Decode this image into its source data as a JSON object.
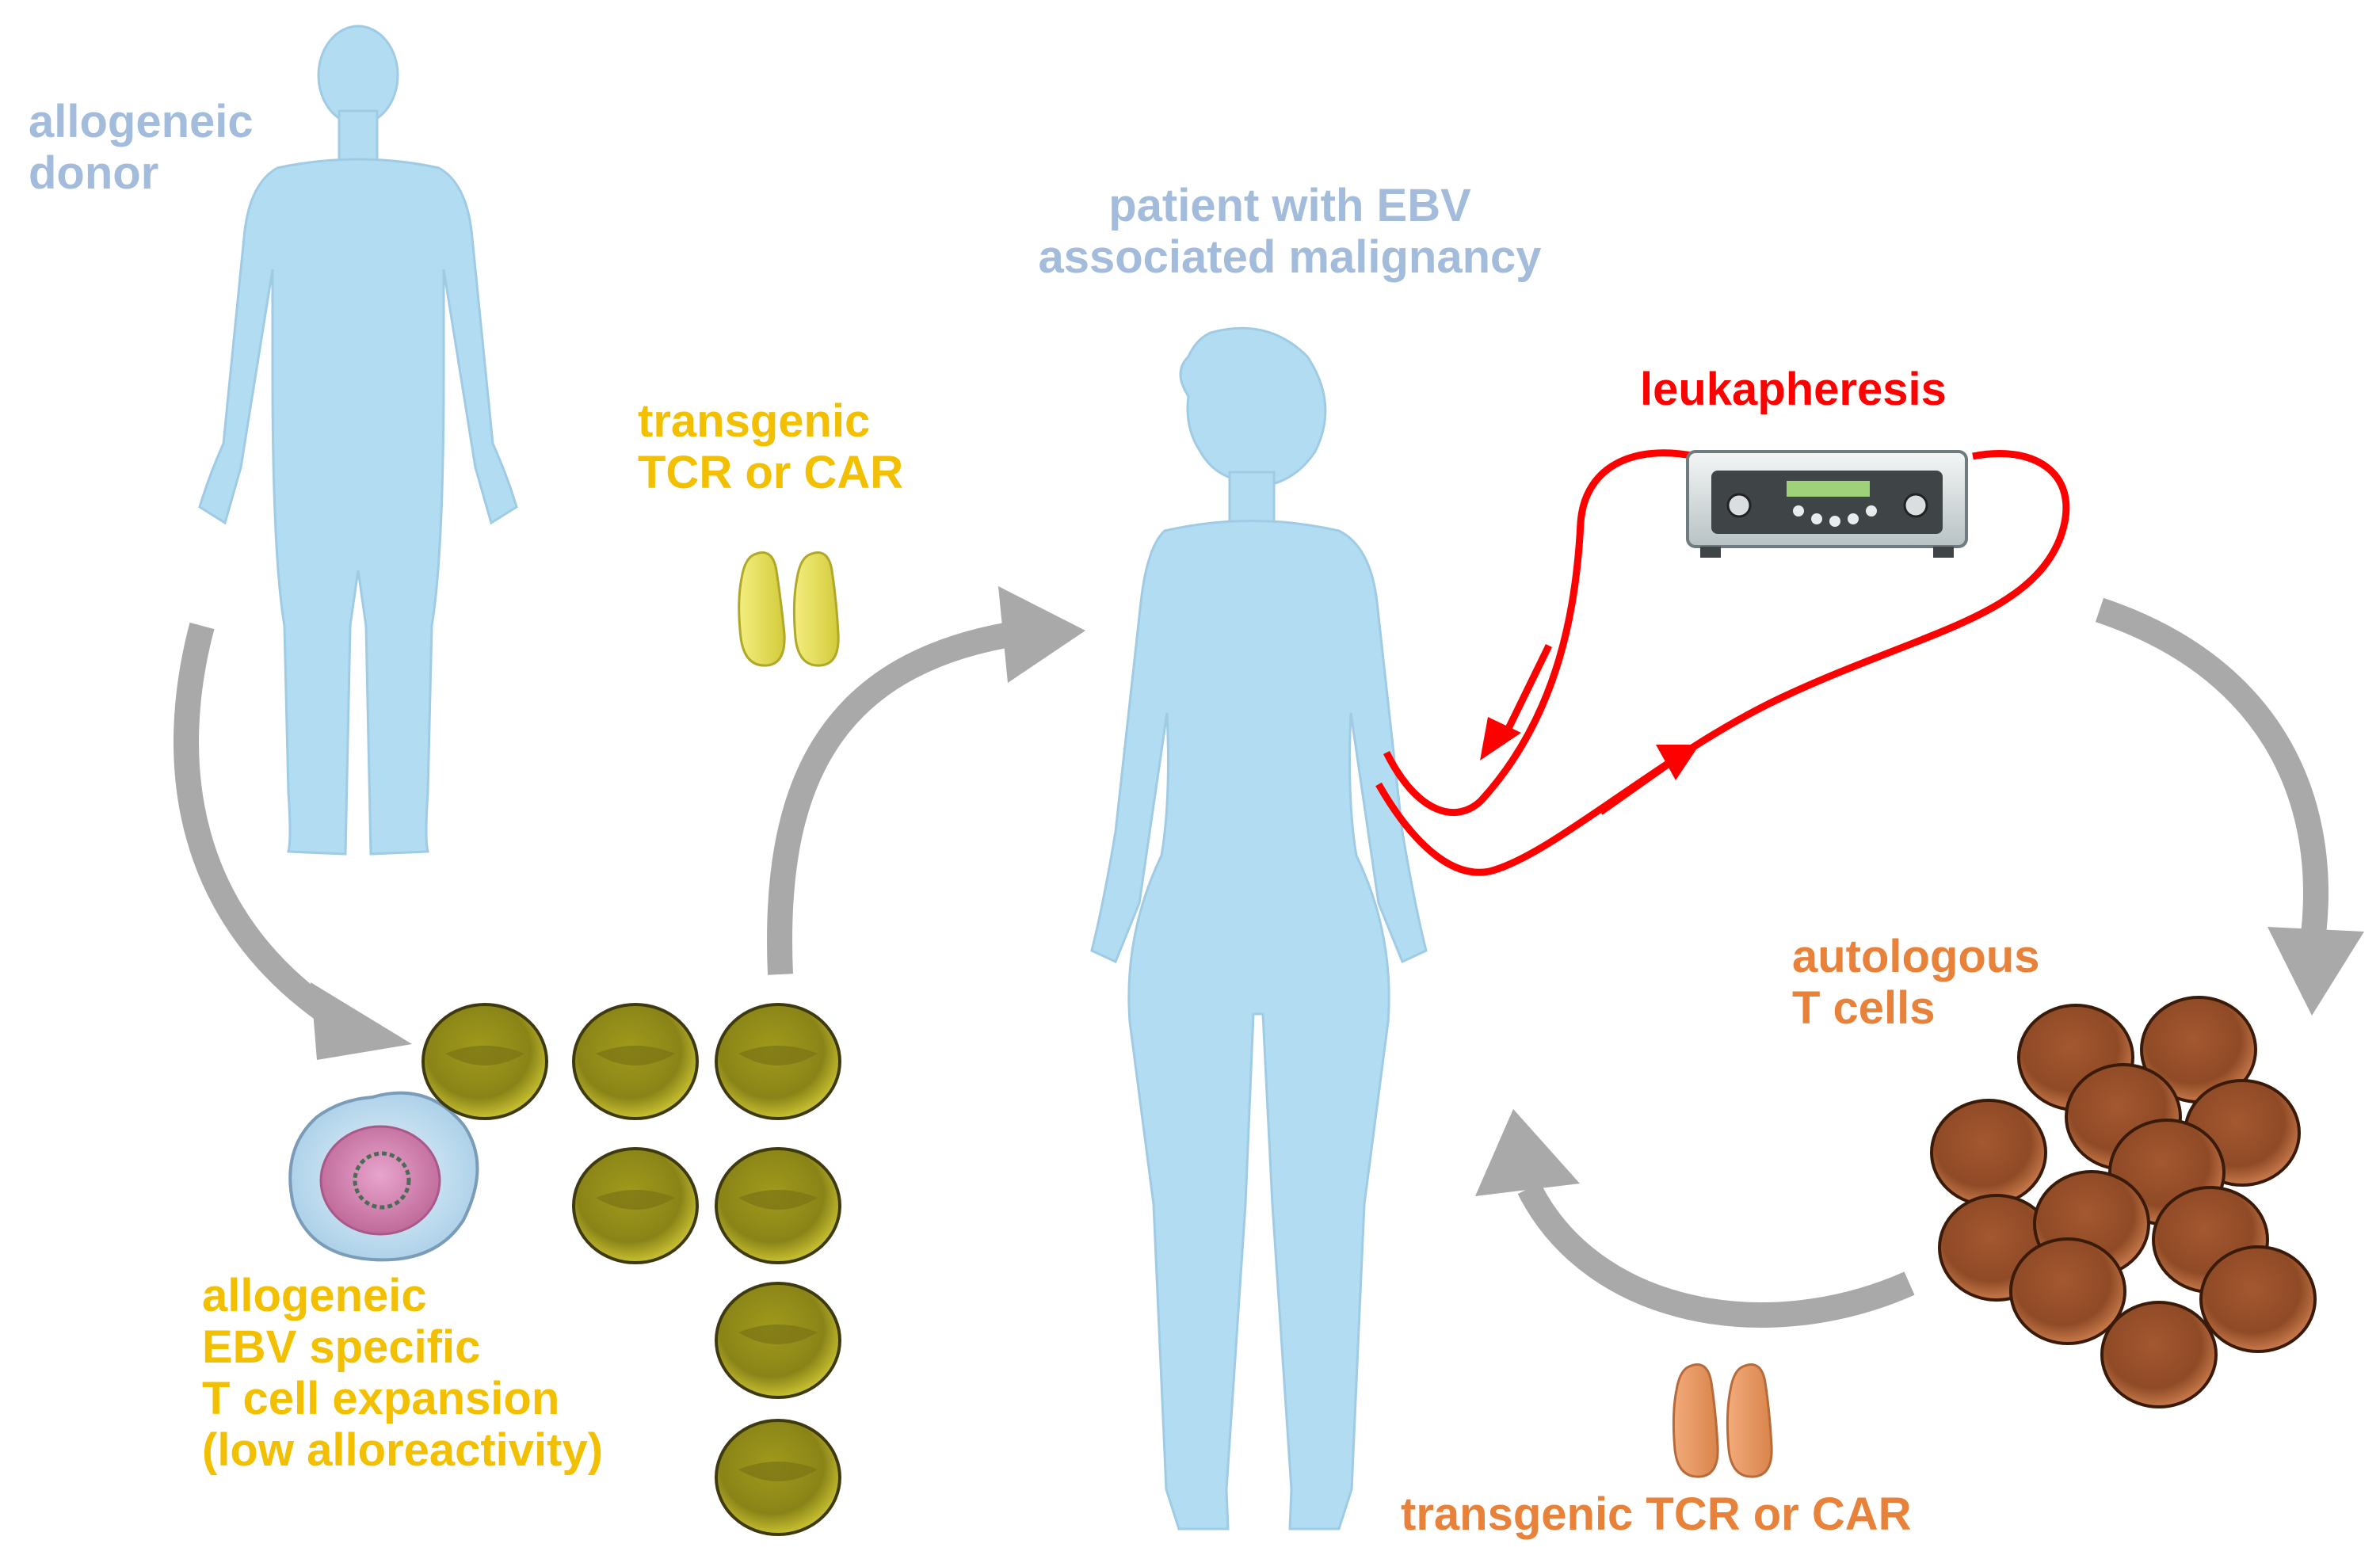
{
  "labels": {
    "donor": [
      "allogeneic",
      "donor"
    ],
    "patient": [
      "patient with EBV",
      "associated malignancy"
    ],
    "transgenic_top": [
      "transgenic",
      "TCR or CAR"
    ],
    "leukapheresis": "leukapheresis",
    "autologous": [
      "autologous",
      "T cells"
    ],
    "allogeneic_expansion": [
      "allogeneic",
      "EBV specific",
      "T cell expansion",
      "(low alloreactivity)"
    ],
    "transgenic_bottom": "transgenic TCR or CAR"
  },
  "colors": {
    "body": "#b2dcf2",
    "body_label": "#a3bcdc",
    "yellow_label": "#f2c000",
    "orange_label": "#e8823a",
    "red": "#ff0000",
    "arrow_gray": "#a9a9a9",
    "olive_cell": "#b8b020",
    "brown_cell": "#b8653a"
  },
  "icons": [
    "human-body-icon",
    "t-cell-icon",
    "infected-b-cell-icon",
    "receptor-icon",
    "apheresis-machine-icon",
    "arrow-icon"
  ]
}
